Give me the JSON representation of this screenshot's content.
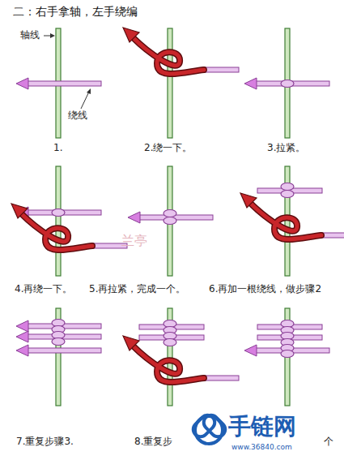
{
  "diagram": {
    "title": "二：右手拿轴，左手绕编",
    "labels": [
      "轴线",
      "绕线",
      "1.",
      "2.绕一下。",
      "3.拉紧。",
      "4.再绕一下。",
      "5.再拉紧，完成一个。",
      "6.再加一根绕线，做步骤2",
      "7.重复步骤3.",
      "兰亭",
      "8.重复步",
      "手链网",
      "www.36840.com",
      "个"
    ]
  }
}
